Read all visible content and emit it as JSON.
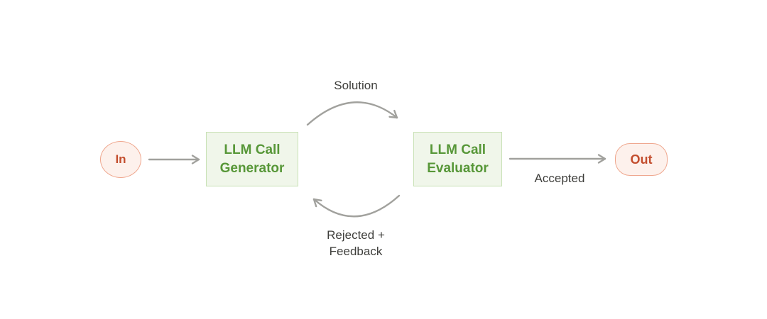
{
  "diagram": {
    "nodes": {
      "input": {
        "label": "In"
      },
      "generator": {
        "label": "LLM Call\nGenerator"
      },
      "evaluator": {
        "label": "LLM Call\nEvaluator"
      },
      "output": {
        "label": "Out"
      }
    },
    "edge_labels": {
      "solution": "Solution",
      "accepted": "Accepted",
      "rejected": "Rejected +\nFeedback"
    },
    "colors": {
      "background": "#ffffff",
      "arrow": "#a1a19d",
      "edge_label_text": "#3e3e3b",
      "llm_box_fill": "#f0f6ea",
      "llm_box_border": "#c8e1b5",
      "llm_box_text": "#579738",
      "terminal_fill": "#fdf1ec",
      "terminal_border": "#efa78e",
      "terminal_text": "#c34e2e"
    }
  }
}
